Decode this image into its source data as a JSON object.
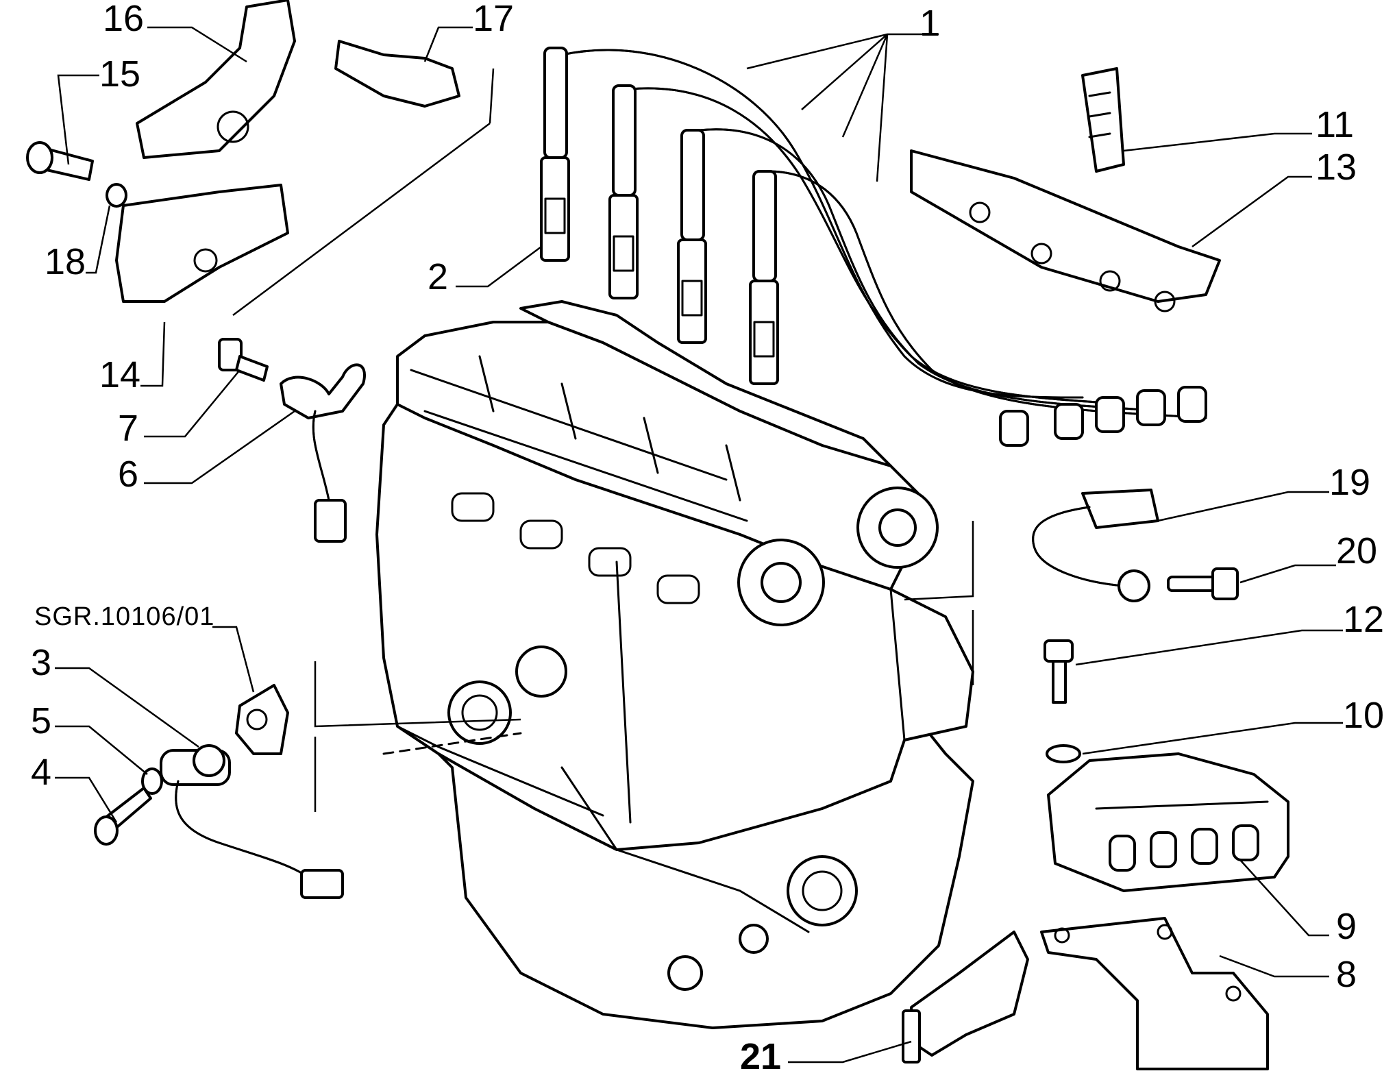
{
  "diagram": {
    "reference_code": "SGR.10106/01",
    "callouts": {
      "c1": "1",
      "c2": "2",
      "c3": "3",
      "c4": "4",
      "c5": "5",
      "c6": "6",
      "c7": "7",
      "c8": "8",
      "c9": "9",
      "c10": "10",
      "c11": "11",
      "c12": "12",
      "c13": "13",
      "c14": "14",
      "c15": "15",
      "c16": "16",
      "c17": "17",
      "c18": "18",
      "c19": "19",
      "c20": "20",
      "c21": "21"
    }
  }
}
